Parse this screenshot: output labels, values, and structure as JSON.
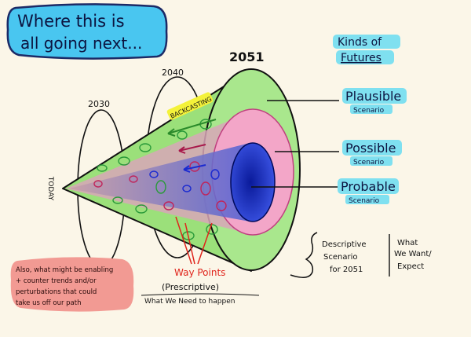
{
  "title": "Where this is all going next...",
  "title_lines": [
    "Where this is",
    "all going next..."
  ],
  "legend_heading_lines": [
    "Kinds of",
    "Futures"
  ],
  "years": {
    "y2030": "2030",
    "y2040": "2040",
    "y2051": "2051"
  },
  "today_label": "TODAY",
  "backcasting_label": "BACKCASTING",
  "futures": [
    {
      "label": "Plausible",
      "sublabel": "Scenario",
      "color": "#6fd0a0"
    },
    {
      "label": "Possible",
      "sublabel": "Scenario",
      "color": "#f3a6c8"
    },
    {
      "label": "Probable",
      "sublabel": "Scenario",
      "color": "#2a3fd6"
    }
  ],
  "way_points": "Way Points",
  "prescriptive": "(Prescriptive)",
  "what_we_need": "What We Need to happen",
  "descriptive_lines": [
    "Descriptive",
    "Scenario",
    "for 2051"
  ],
  "what_we_want_lines": [
    "What",
    "We Want/",
    "Expect"
  ],
  "note_lines": [
    "Also, what might be enabling",
    "+ counter trends and/or",
    "perturbations that could",
    "take us off our path"
  ],
  "colors": {
    "background": "#fbf6e8",
    "title_bubble": "#49c6f0",
    "label_highlight": "#7fe0f0",
    "note_bubble": "#f29a93",
    "way_points": "#e0241b",
    "cone_green": "#9be07a",
    "cone_pink": "#f3a6c8",
    "cone_blue": "#2a3fd6"
  }
}
